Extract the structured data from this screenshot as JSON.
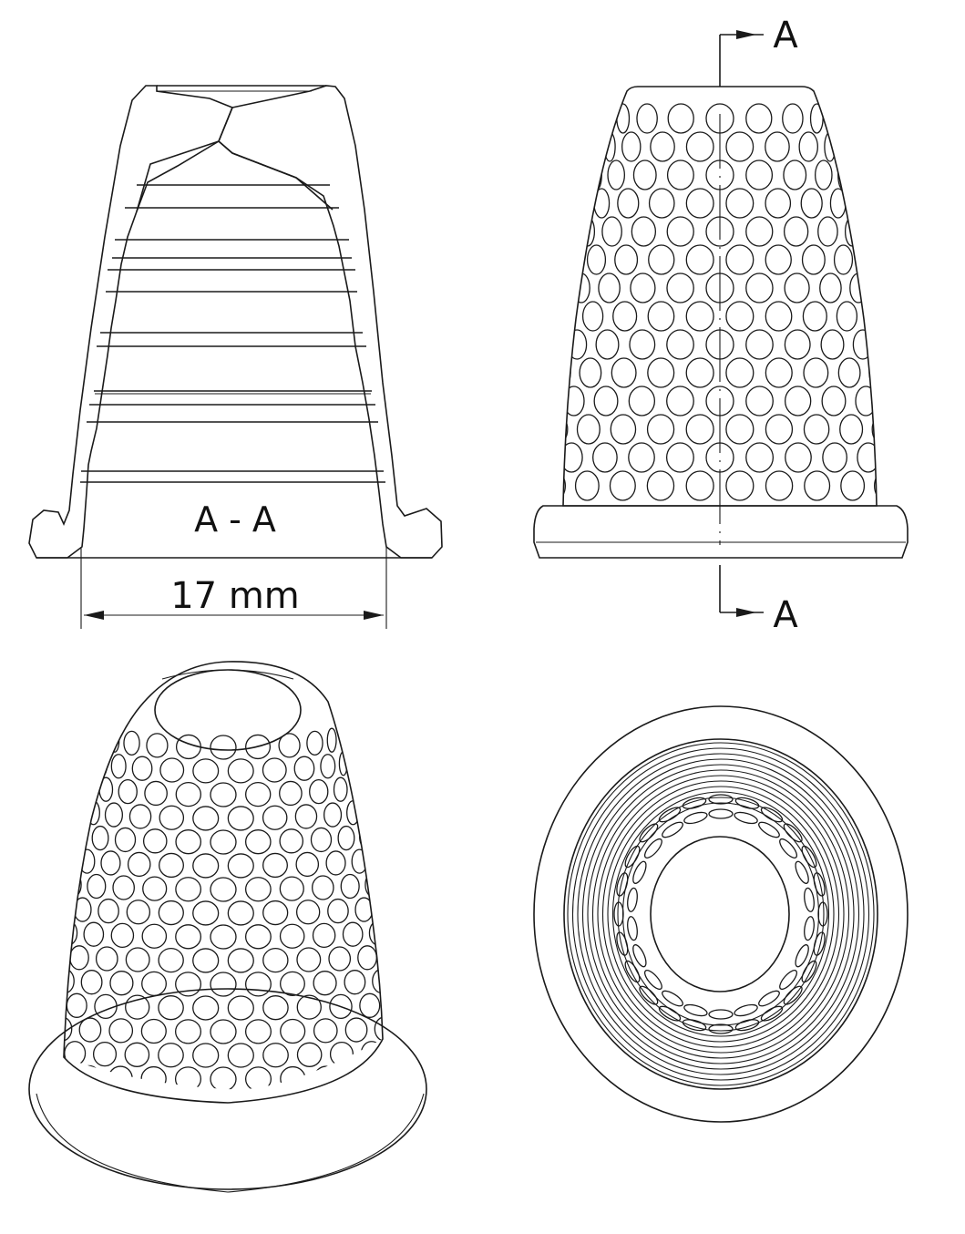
{
  "figure": {
    "subject": "thimble technical drawing",
    "colors": {
      "line": "#1a1a1a",
      "background": "#ffffff"
    }
  },
  "views": {
    "section": {
      "label": "A - A",
      "dimension": {
        "value": "17 mm"
      }
    },
    "front": {
      "section_marker_top": "A",
      "section_marker_bottom": "A"
    },
    "isometric": {},
    "bottom": {}
  }
}
